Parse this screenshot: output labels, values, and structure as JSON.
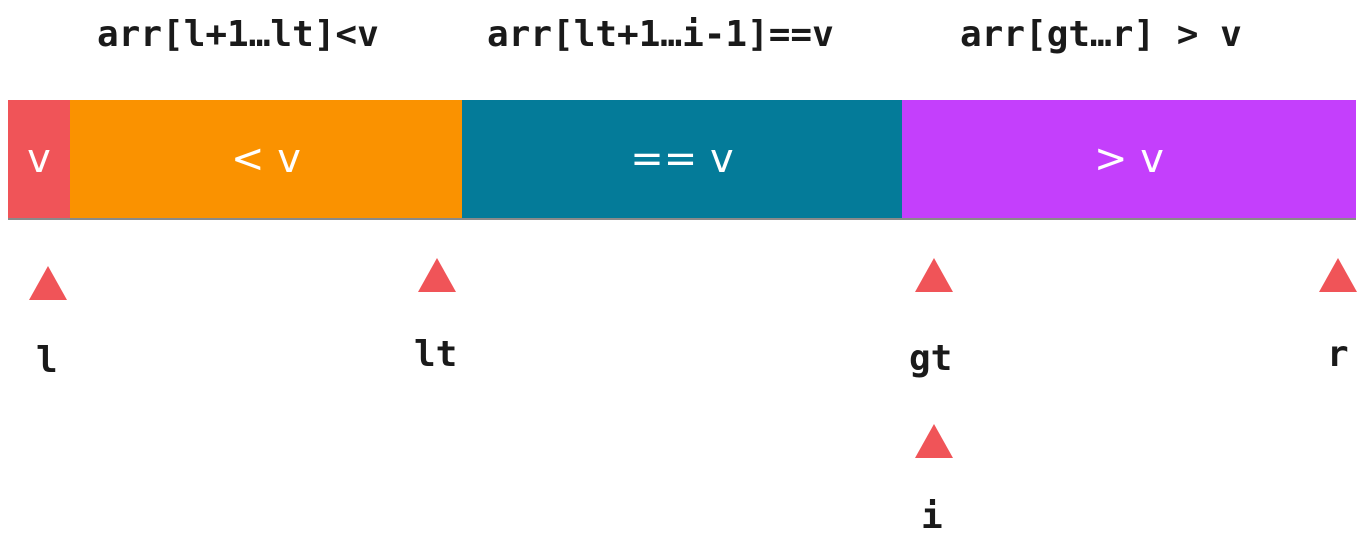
{
  "headers": {
    "less": "arr[l+1…lt]<v",
    "equal": "arr[lt+1…i-1]==v",
    "greater": "arr[gt…r] > v"
  },
  "segments": {
    "pivot": "v",
    "less": "< v",
    "equal": "== v",
    "greater": "> v"
  },
  "pointers": {
    "l": "l",
    "lt": "lt",
    "gt": "gt",
    "r": "r",
    "i": "i"
  },
  "colors": {
    "pivot": "#f05458",
    "less": "#fa9200",
    "equal": "#047b99",
    "greater": "#c43ffc",
    "marker": "#f05458"
  }
}
